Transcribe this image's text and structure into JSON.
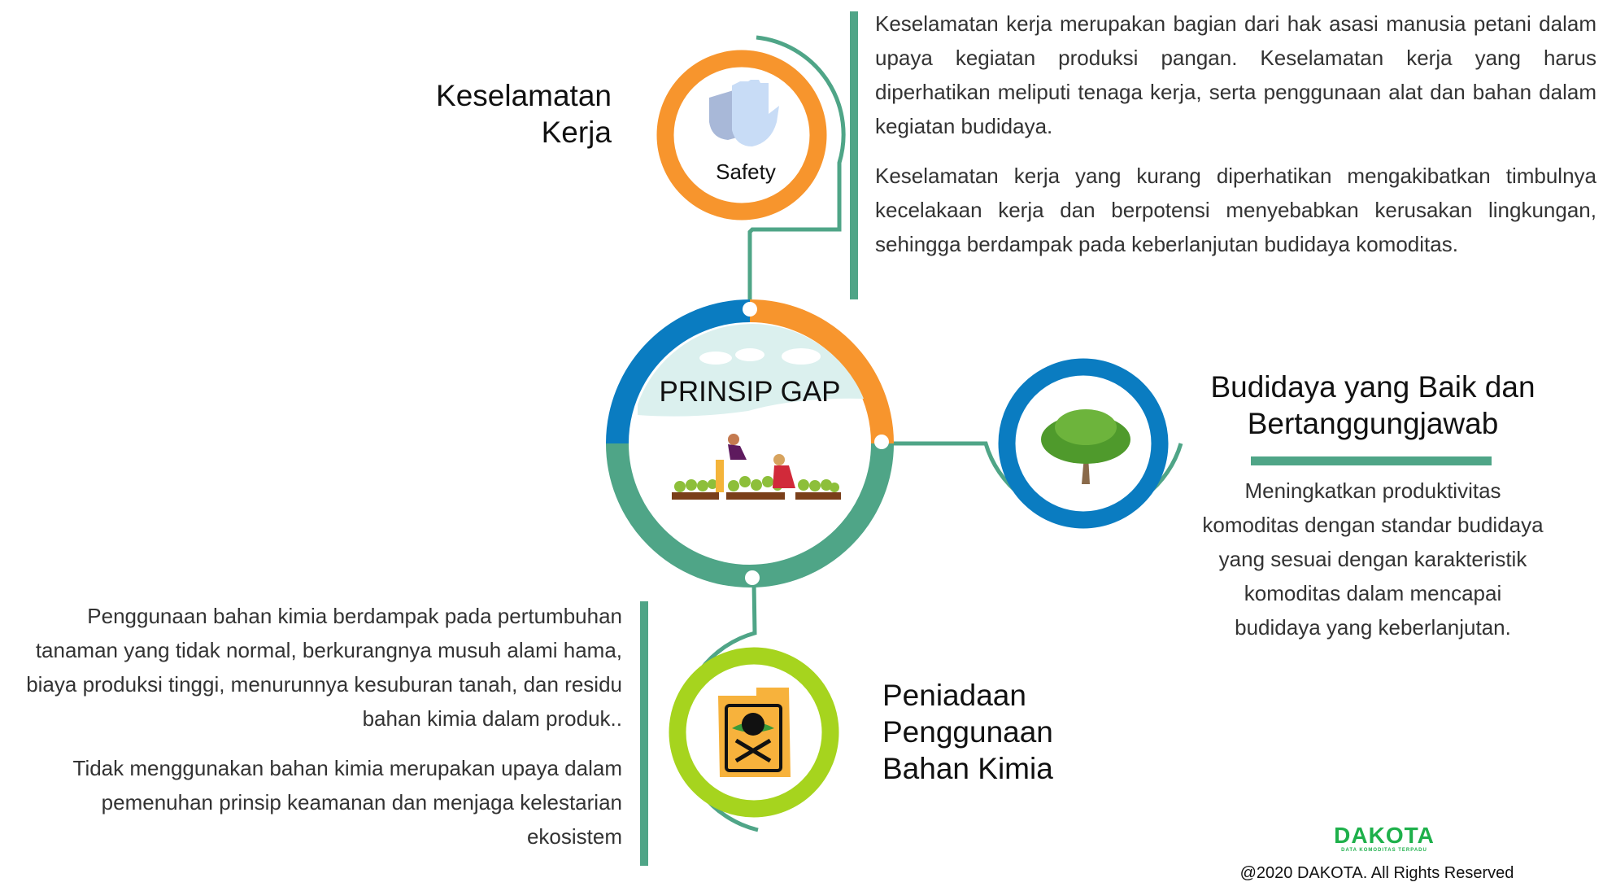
{
  "center": {
    "title": "PRINSIP GAP"
  },
  "safety": {
    "title_line1": "Keselamatan",
    "title_line2": "Kerja",
    "icon_label": "Safety",
    "paragraphs": [
      "Keselamatan kerja merupakan bagian dari hak asasi manusia petani dalam upaya kegiatan produksi pangan. Keselamatan kerja yang harus diperhatikan meliputi tenaga kerja, serta penggunaan alat dan bahan dalam kegiatan budidaya.",
      "Keselamatan kerja yang kurang diperhatikan mengakibatkan timbulnya kecelakaan kerja dan berpotensi menyebabkan kerusakan lingkungan, sehingga berdampak pada keberlanjutan budidaya komoditas."
    ]
  },
  "budidaya": {
    "title_line1": "Budidaya yang Baik dan",
    "title_line2": "Bertanggungjawab",
    "paragraph_lines": [
      "Meningkatkan produktivitas",
      "komoditas dengan standar budidaya",
      "yang sesuai dengan karakteristik",
      "komoditas dalam mencapai",
      "budidaya yang keberlanjutan."
    ]
  },
  "kimia": {
    "title_lines": [
      "Peniadaan",
      "Penggunaan",
      "Bahan Kimia"
    ],
    "paragraphs": [
      "Penggunaan bahan kimia berdampak pada pertumbuhan tanaman yang tidak normal, berkurangnya musuh alami hama, biaya produksi tinggi, menurunnya kesuburan tanah, dan residu bahan kimia dalam produk..",
      "Tidak menggunakan bahan kimia merupakan upaya dalam pemenuhan prinsip keamanan dan menjaga kelestarian ekosistem"
    ]
  },
  "footer": {
    "logo_text": "DAKOTA",
    "logo_subtitle": "DATA KOMODITAS TERPADU",
    "copyright": "@2020 DAKOTA. All Rights Reserved"
  },
  "colors": {
    "green": "#4fa587",
    "orange": "#f7952d",
    "blue": "#0a7cc1",
    "lime": "#a6d41e"
  }
}
